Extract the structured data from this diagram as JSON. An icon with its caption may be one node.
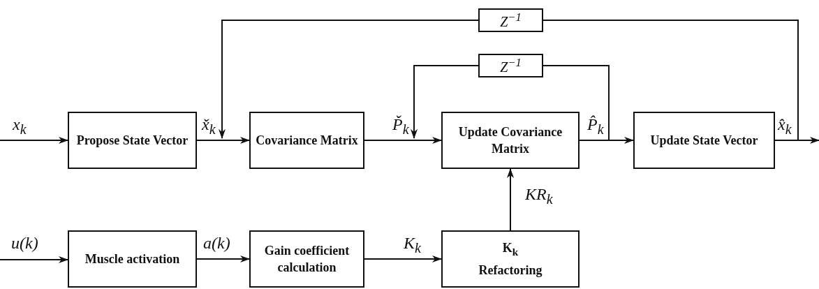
{
  "diagram": {
    "nodes": [
      {
        "text": [
          "Propose State Vector"
        ]
      },
      {
        "text": [
          "Covariance Matrix"
        ]
      },
      {
        "text": [
          "Update Covariance Matrix"
        ]
      },
      {
        "text": [
          "Update State Vector"
        ]
      },
      {
        "text": [
          "Muscle activation"
        ]
      },
      {
        "text": [
          "Gain coefficient calculation"
        ]
      },
      {
        "text": [
          "K$_{k}$",
          "Refactoring"
        ]
      },
      {
        "text": [
          "Z$^{−1}$"
        ]
      },
      {
        "text": [
          "Z$^{−1}$"
        ]
      }
    ],
    "edges": [
      {
        "from": null,
        "to": 0,
        "arrow": "to",
        "label": "x$_{k}$"
      },
      {
        "from": 0,
        "to": 1,
        "arrow": "to",
        "label": "x̌$_{k}$"
      },
      {
        "from": 1,
        "to": 2,
        "arrow": "to",
        "label": "P̌$_{k}$"
      },
      {
        "from": 2,
        "to": 3,
        "arrow": "to",
        "label": "P̂$_{k}$"
      },
      {
        "from": 3,
        "to": null,
        "arrow": "to",
        "label": "x̂$_{k}$"
      },
      {
        "from": null,
        "to": 4,
        "arrow": "to",
        "label": "u(k)"
      },
      {
        "from": 4,
        "to": 5,
        "arrow": "to",
        "label": "a(k)"
      },
      {
        "from": 5,
        "to": 6,
        "arrow": "to",
        "label": "K$_{k}$"
      },
      {
        "from": 6,
        "to": 2,
        "arrow": "to",
        "label": "KR$_{k}$"
      },
      {
        "from": null,
        "to": 7,
        "arrow": "none"
      },
      {
        "from": 7,
        "to": null,
        "arrow": "to"
      },
      {
        "from": null,
        "to": 8,
        "arrow": "none"
      },
      {
        "from": 8,
        "to": null,
        "arrow": "to"
      }
    ]
  }
}
